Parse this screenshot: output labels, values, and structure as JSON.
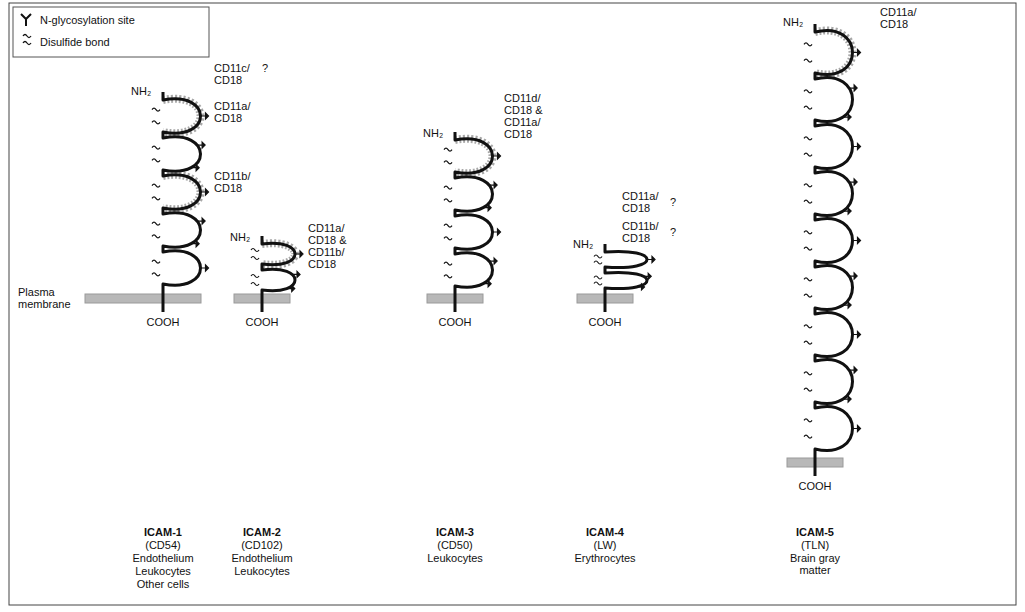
{
  "diagram": {
    "labels": [
      "CD11c/ CD18",
      "?",
      "NH₂",
      "CD11a/ CD18",
      "CD11b/ CD18",
      "Plasma membrane",
      "COOH",
      "ICAM-1",
      "(CD54)",
      "Endothelium",
      "Leukocytes",
      "Other cells",
      "NH₂",
      "CD11a/ CD18 & CD11b/ CD18",
      "COOH",
      "ICAM-2",
      "(CD102)",
      "Endothelium",
      "Leukocytes",
      "NH₂",
      "CD11d/ CD18 & CD11a/ CD18",
      "COOH",
      "ICAM-3",
      "(CD50)",
      "Leukocytes",
      "CD11a/ CD18",
      "?",
      "CD11b/ CD18",
      "?",
      "NH₂",
      "COOH",
      "ICAM-4",
      "(LW)",
      "Erythrocytes",
      "NH₂",
      "CD11a/ CD18",
      "COOH",
      "ICAM-5",
      "(TLN)",
      "Brain gray matter"
    ],
    "legend": [
      {
        "text": "N-glycosylation site"
      },
      {
        "text": "Disulfide bond"
      }
    ]
  }
}
